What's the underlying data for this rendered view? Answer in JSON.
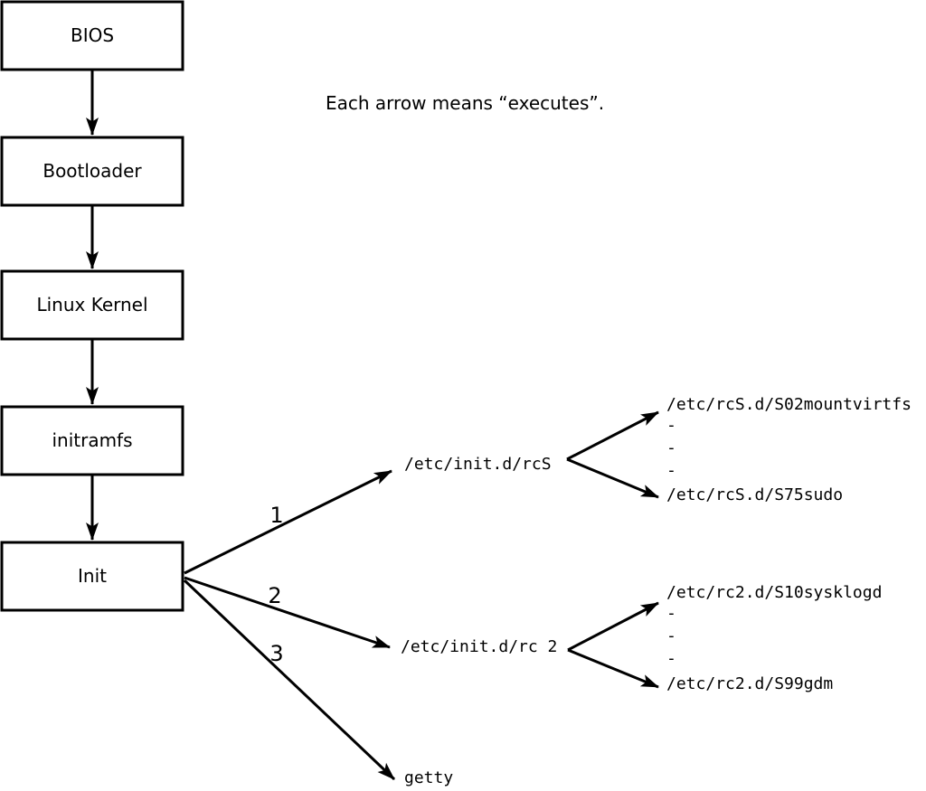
{
  "diagram": {
    "title_note": "Each arrow means “executes”.",
    "chain": [
      {
        "label": "BIOS"
      },
      {
        "label": "Bootloader"
      },
      {
        "label": "Linux Kernel"
      },
      {
        "label": "initramfs"
      },
      {
        "label": "Init"
      }
    ],
    "branches": [
      {
        "number": "1",
        "target": "/etc/init.d/rcS",
        "leaves": [
          "/etc/rcS.d/S02mountvirtfs",
          "-",
          "-",
          "-",
          "/etc/rcS.d/S75sudo"
        ]
      },
      {
        "number": "2",
        "target": "/etc/init.d/rc 2",
        "leaves": [
          "/etc/rc2.d/S10sysklogd",
          "-",
          "-",
          "-",
          "/etc/rc2.d/S99gdm"
        ]
      },
      {
        "number": "3",
        "target": "getty",
        "leaves": []
      }
    ],
    "colors": {
      "line": "#000000",
      "background": "#ffffff"
    }
  }
}
